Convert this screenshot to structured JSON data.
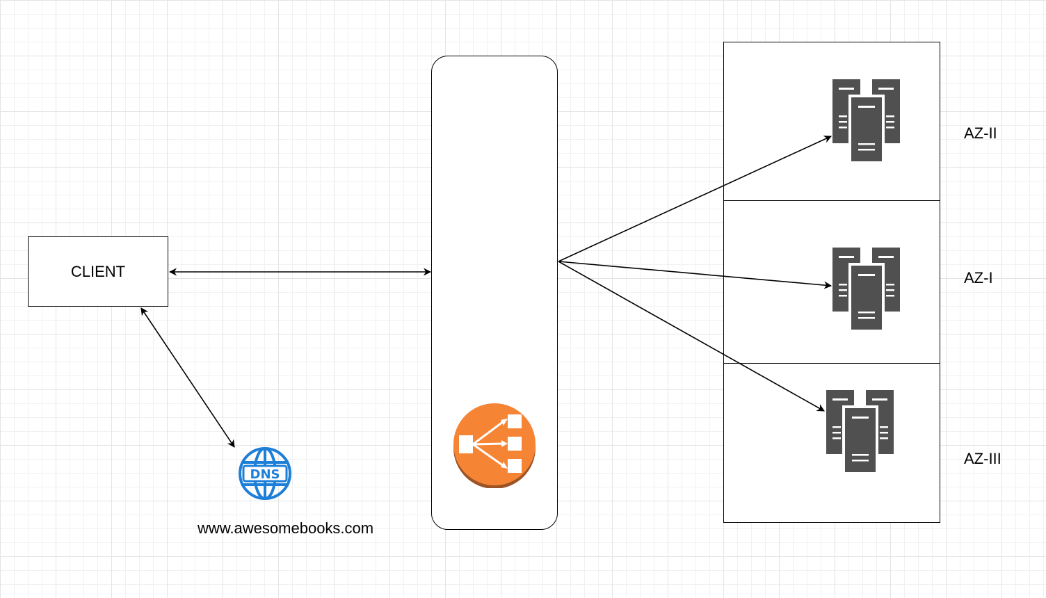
{
  "client": {
    "label": "CLIENT"
  },
  "dns": {
    "icon_text": "DNS",
    "domain": "www.awesomebooks.com"
  },
  "availability_zones": [
    {
      "label": "AZ-II"
    },
    {
      "label": "AZ-I"
    },
    {
      "label": "AZ-III"
    }
  ],
  "colors": {
    "load_balancer": "#f58535",
    "dns_icon": "#1e7fd8",
    "server": "#505050"
  },
  "icons": [
    "dns-icon",
    "load-balancer-icon",
    "server-cluster-icon"
  ]
}
